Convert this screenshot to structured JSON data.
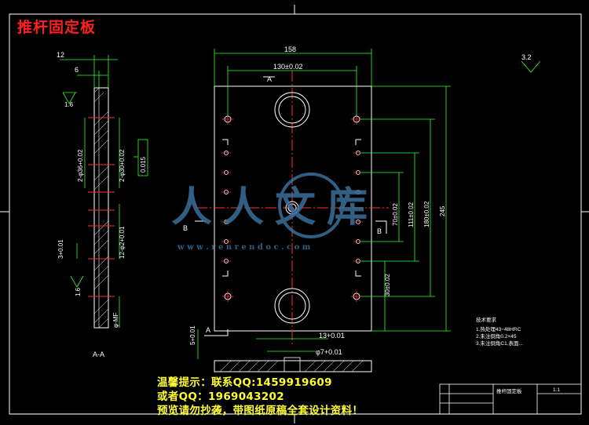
{
  "title": "推杆固定板",
  "dimensions": {
    "side_width_12": "12",
    "side_width_6": "6",
    "roughness_left": "1.6",
    "hole_side_a": "2-φ36+0.02",
    "hole_side_b": "2-φ30+0.02",
    "tolerance_box": "0.015",
    "small_holes": "12-φ2+0.01",
    "side_3": "3+0.01",
    "roughness_left2": "1.6",
    "side_bottom": "φ-MF",
    "overall_width": "158",
    "hole_spacing": "130±0.02",
    "section_label_a_top": "A",
    "section_label_a_bottom": "A",
    "section_label_b_left": "B",
    "section_label_b_right": "B",
    "overall_height": "245",
    "v_180": "180±0.02",
    "v_111": "111±0.02",
    "v_70": "70±0.02",
    "v_30": "30±0.02",
    "roughness_right": "3.2",
    "bottom_13": "13+0.01",
    "bottom_phi7": "φ7+0.01",
    "bottom_5": "5+0.01"
  },
  "section_view_label": "A-A",
  "tech_notes": {
    "heading": "技术要求",
    "items": [
      "1.热处理43~48HRC",
      "2.未注倒角0.2×45",
      "3.未注倒角C1,表面..."
    ]
  },
  "title_block": {
    "part_name": "推杆固定板",
    "scale": "1:1"
  },
  "watermark": {
    "main": "人人文库",
    "url": "w w w . r e n r e n d o c . c o m"
  },
  "warnings": {
    "line1": "温馨提示：联系QQ:1459919609",
    "line2": "或者QQ：1969043202",
    "line3": "预览请勿抄袭，带图纸原稿全套设计资料！"
  }
}
